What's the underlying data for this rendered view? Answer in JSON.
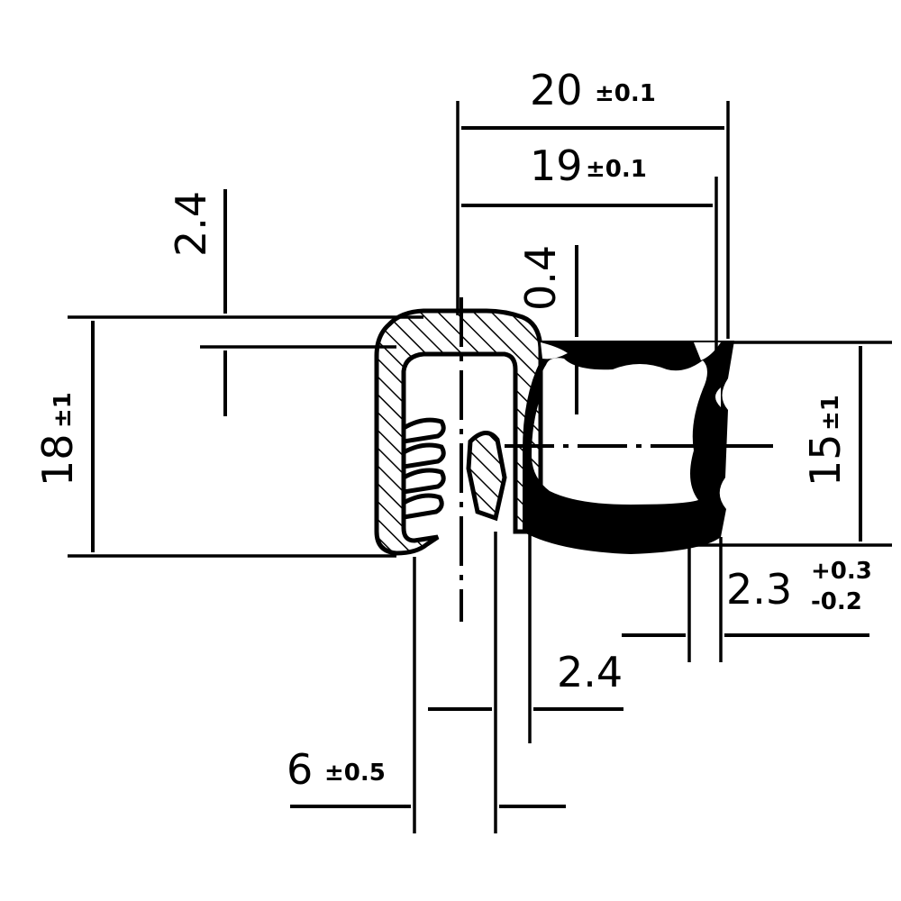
{
  "dimensions": {
    "overall_width": {
      "value": "20",
      "tolerance": "±0.1"
    },
    "inner_width": {
      "value": "19",
      "tolerance": "±0.1"
    },
    "top_wall": {
      "value": "2.4"
    },
    "lip": {
      "value": "0.4"
    },
    "overall_height": {
      "value": "18",
      "tolerance": "±1"
    },
    "bulb_height": {
      "value": "15",
      "tolerance": "±1"
    },
    "bulb_wall": {
      "value": "2.3",
      "tolerance_upper": "+0.3",
      "tolerance_lower": "-0.2"
    },
    "side_wall": {
      "value": "2.4"
    },
    "clamp_width": {
      "value": "6",
      "tolerance": "±0.5"
    }
  },
  "colors": {
    "ink": "#000000",
    "paper": "#ffffff"
  }
}
